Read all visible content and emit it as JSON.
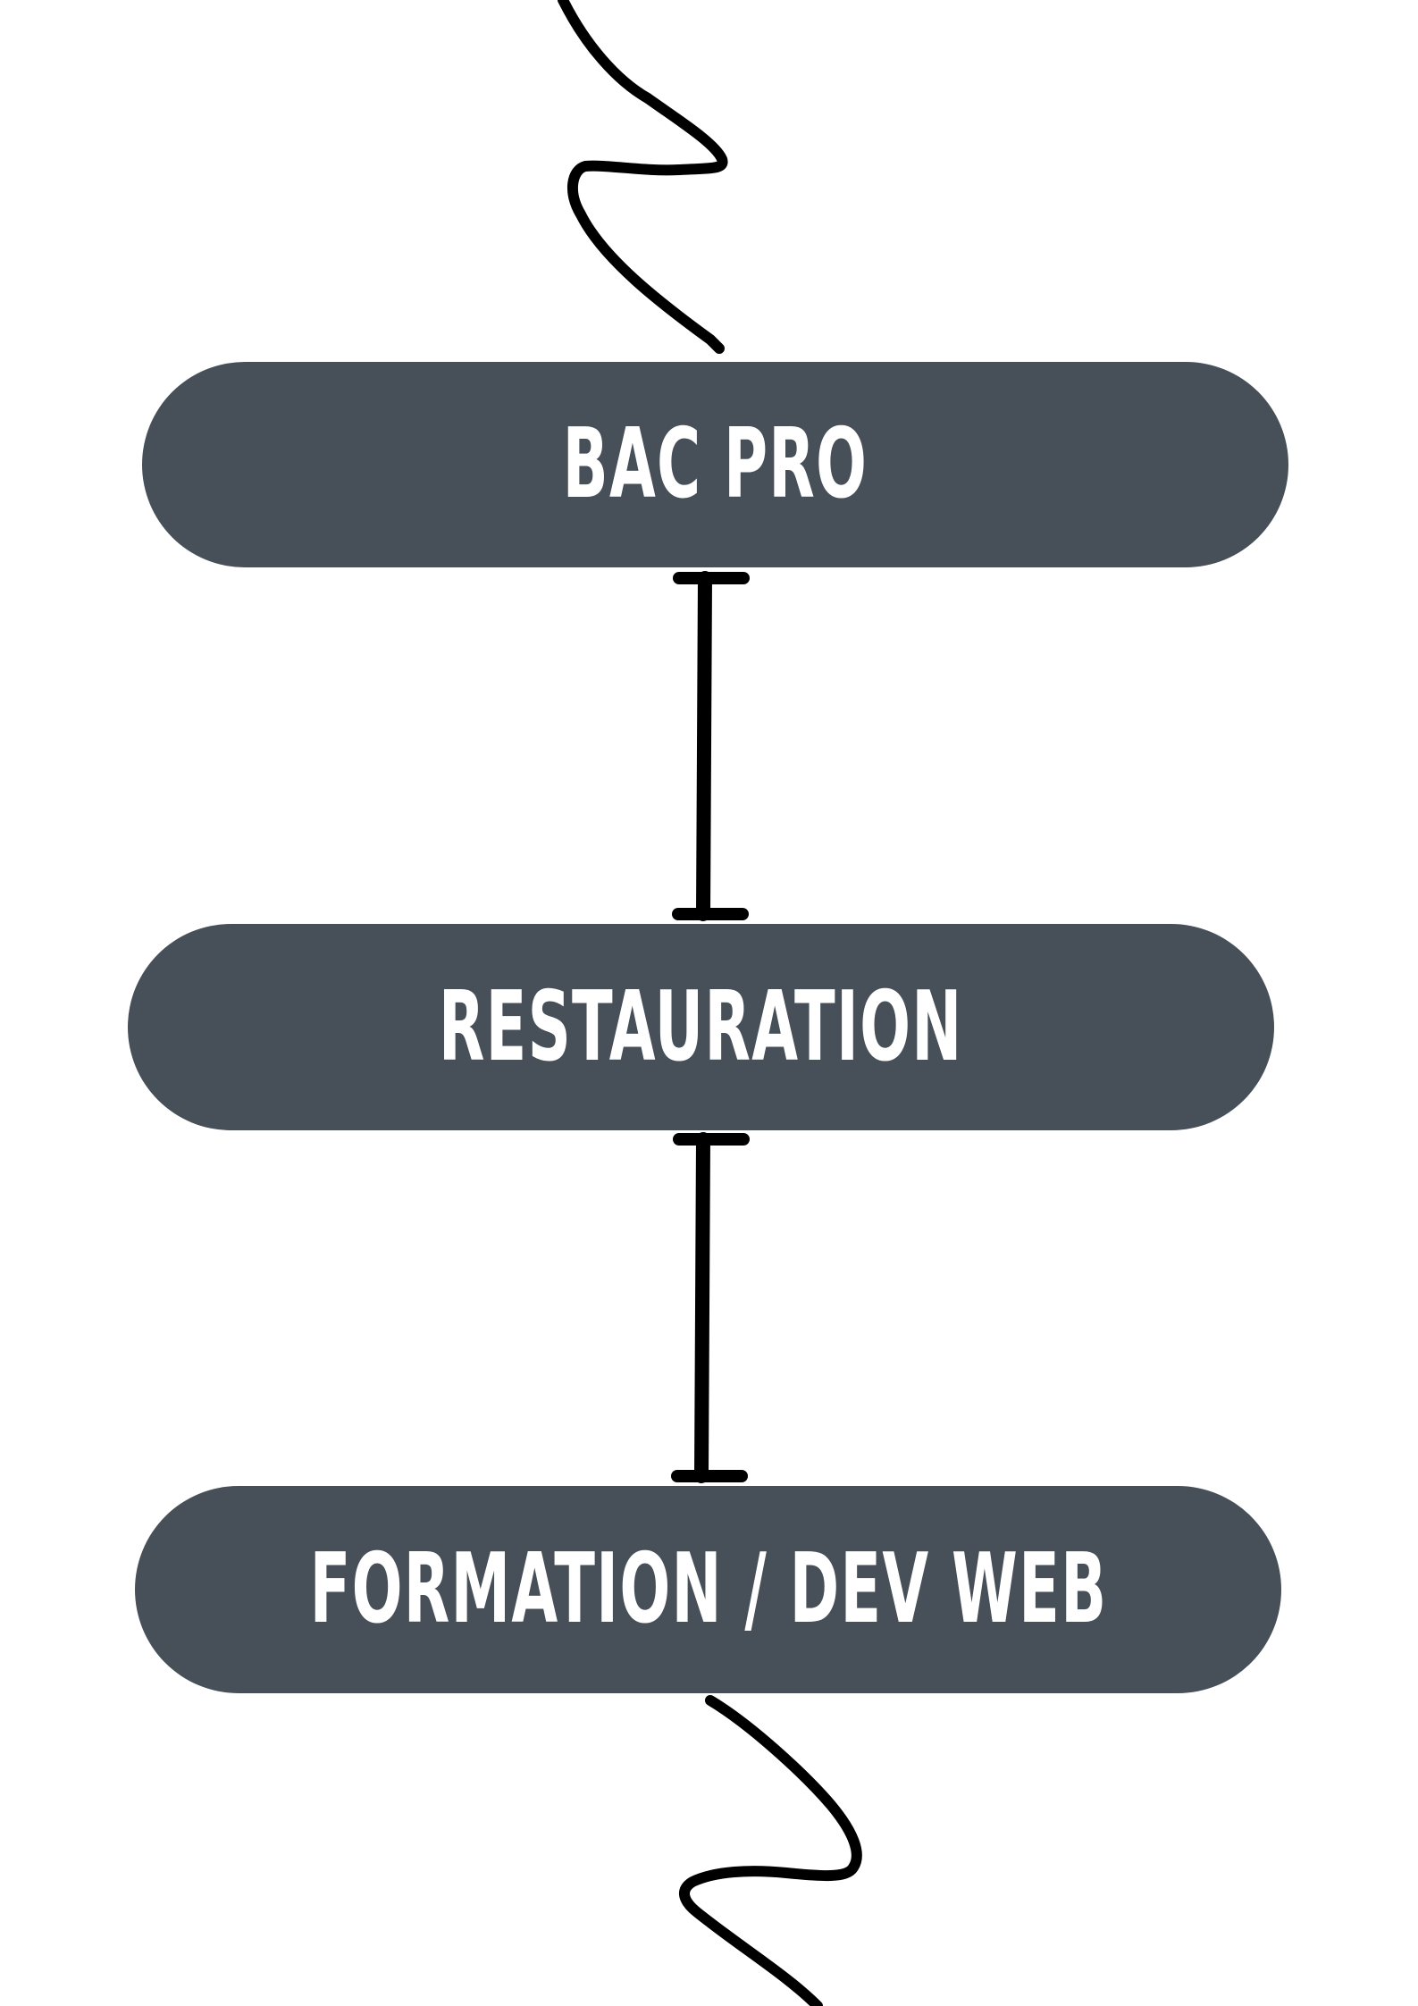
{
  "diagram": {
    "steps": [
      {
        "label": "BAC PRO"
      },
      {
        "label": "RESTAURATION"
      },
      {
        "label": "FORMATION / DEV WEB"
      }
    ],
    "colors": {
      "background": "#ffffff",
      "node_fill": "#474f58",
      "node_text": "#ffffff",
      "connector": "#000000"
    },
    "connector_style": "i-beam",
    "decorations": [
      "squiggle-top",
      "squiggle-bottom"
    ]
  }
}
